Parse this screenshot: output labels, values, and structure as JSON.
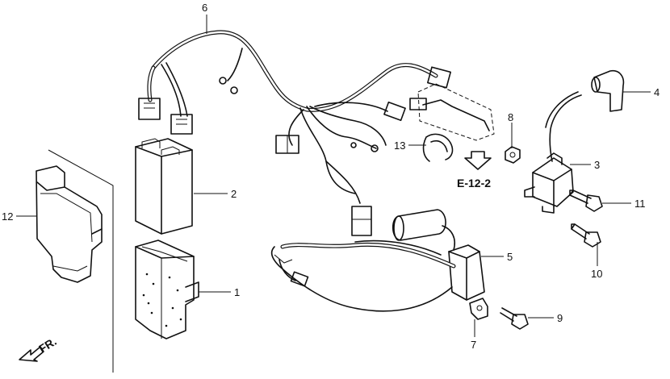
{
  "callouts": {
    "c1": "1",
    "c2": "2",
    "c3": "3",
    "c4": "4",
    "c5": "5",
    "c6": "6",
    "c7": "7",
    "c8": "8",
    "c9": "9",
    "c10": "10",
    "c11": "11",
    "c12": "12",
    "c13": "13"
  },
  "reference": "E-12-2",
  "direction": "FR."
}
